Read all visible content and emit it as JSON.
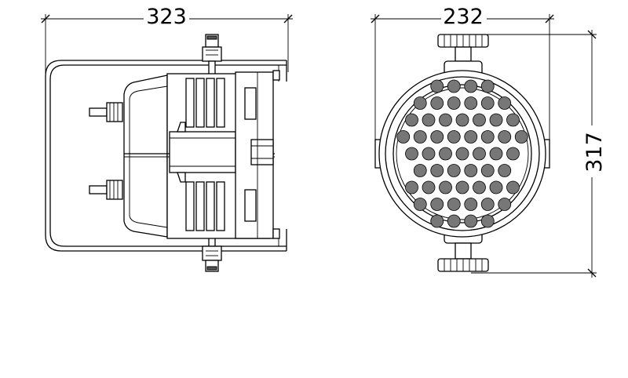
{
  "dimensions": {
    "side_width": "323",
    "front_width": "232",
    "height": "317"
  },
  "front_view": {
    "led_rows": [
      4,
      6,
      7,
      8,
      7,
      6,
      7,
      6,
      4
    ]
  }
}
